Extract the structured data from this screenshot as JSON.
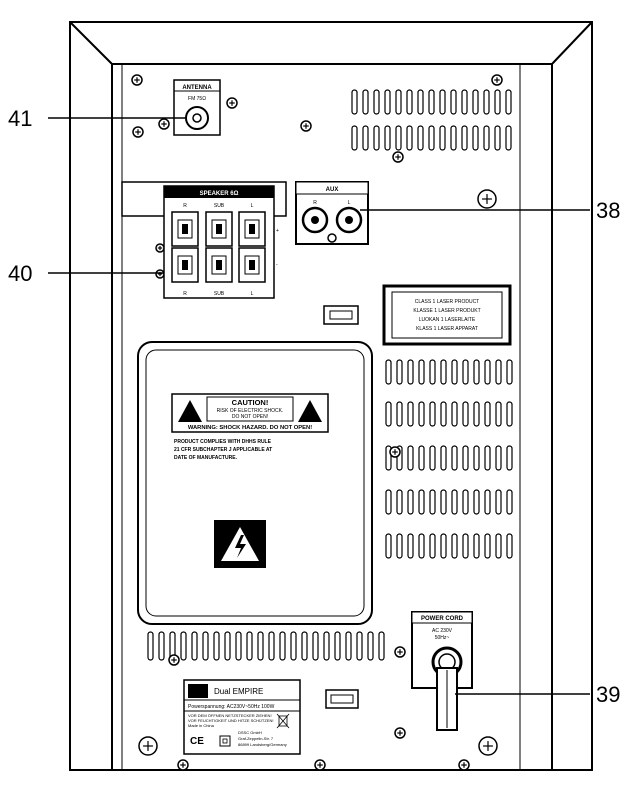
{
  "callouts": {
    "c41": "41",
    "c40": "40",
    "c38": "38",
    "c39": "39"
  },
  "antenna": {
    "title": "ANTENNA",
    "sub": "FM 75Ω"
  },
  "speaker": {
    "title": "SPEAKER 6Ω",
    "top": [
      "R",
      "SUB",
      "L"
    ],
    "bottom": [
      "R",
      "SUB",
      "L"
    ],
    "plus": "+",
    "minus": "-"
  },
  "aux": {
    "title": "AUX",
    "r": "R",
    "l": "L"
  },
  "laser": {
    "lines": [
      "CLASS 1  LASER PRODUCT",
      "KLASSE 1  LASER PRODUKT",
      "LUOKAN 1  LASERLAITE",
      "KLASS 1  LASER APPARAT"
    ]
  },
  "caution": {
    "title": "CAUTION!",
    "line1": "RISK OF ELECTRIC SHOCK.",
    "line2": "DO NOT OPEN!",
    "warning": "WARNING: SHOCK HAZARD. DO NOT OPEN!",
    "comply": [
      "PRODUCT COMPLIES WITH DHHS RULE",
      "21 CFR SUBCHAPTER J APPLICABLE AT",
      "DATE OF MANUFACTURE."
    ]
  },
  "power": {
    "title": "POWER CORD",
    "l1": "AC 230V",
    "l2": "50Hz~"
  },
  "rating": {
    "brand": "Dual EMPIRE",
    "spec": "Powerspannung: AC230V~50Hz  100W",
    "lines": [
      "VOR DEM ÖFFNEN NETZSTECKER ZIEHEN!",
      "VOR FEUCHTIGKEIT UND HITZE SCHÜTZEN!",
      "Made in China"
    ],
    "ce": "CE",
    "addr": [
      "DSSC GmbH",
      "Graf-Zeppelin-Str. 7",
      "86899 Landsberg/Germany"
    ]
  },
  "colors": {
    "line": "#000000",
    "panel": "#ffffff",
    "plate": "#f2f2f2"
  }
}
